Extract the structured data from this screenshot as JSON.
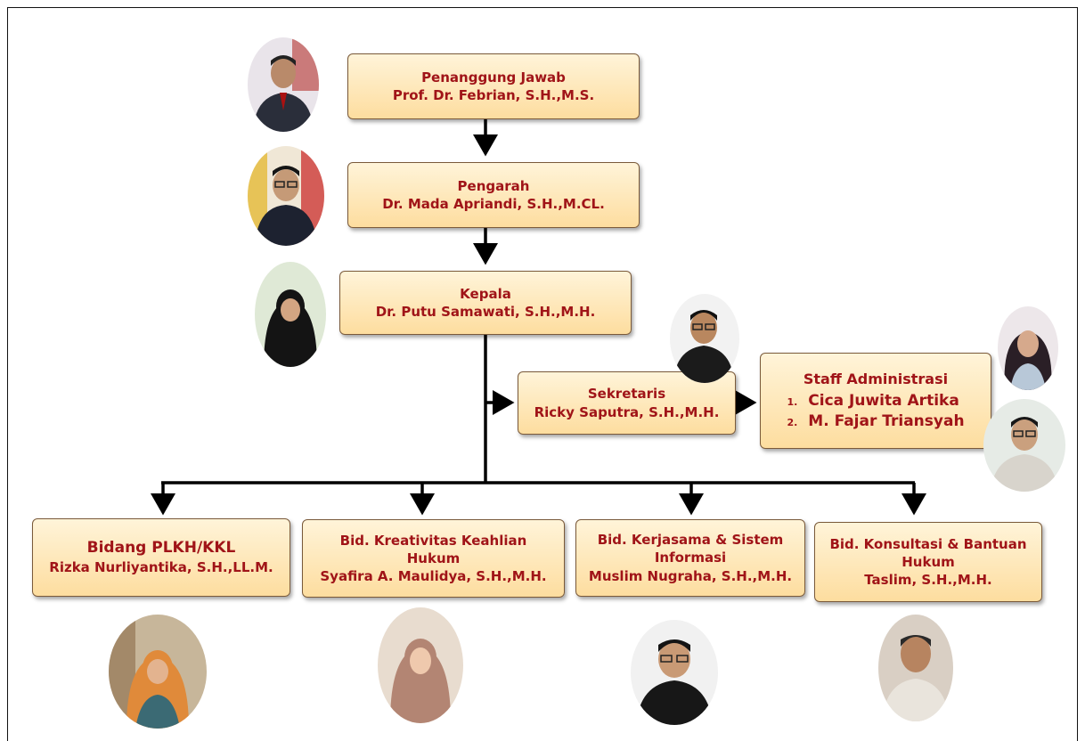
{
  "head": {
    "role": "Penanggung Jawab",
    "name": "Prof. Dr. Febrian, S.H.,M.S."
  },
  "director": {
    "role": "Pengarah",
    "name": "Dr. Mada Apriandi, S.H.,M.CL."
  },
  "chief": {
    "role": "Kepala",
    "name": "Dr. Putu Samawati, S.H.,M.H."
  },
  "secretary": {
    "role": "Sekretaris",
    "name": "Ricky Saputra, S.H.,M.H."
  },
  "staff": {
    "role": "Staff Administrasi",
    "members": [
      {
        "num": "1.",
        "name": "Cica Juwita Artika"
      },
      {
        "num": "2.",
        "name": "M. Fajar Triansyah"
      }
    ]
  },
  "divisions": [
    {
      "line1": "Bidang PLKH/KKL",
      "line2": "",
      "name": "Rizka Nurliyantika, S.H.,LL.M."
    },
    {
      "line1": "Bid. Kreativitas Keahlian",
      "line2": "Hukum",
      "name": "Syafira A. Maulidya, S.H.,M.H."
    },
    {
      "line1": "Bid. Kerjasama & Sistem",
      "line2": "Informasi",
      "name": "Muslim Nugraha, S.H.,M.H."
    },
    {
      "line1": "Bid. Konsultasi & Bantuan",
      "line2": "Hukum",
      "name": "Taslim, S.H.,M.H."
    }
  ],
  "colors": {
    "text": "#a01418",
    "box_top": "#fff4d9",
    "box_bottom": "#fddd9f",
    "connector": "#000000"
  },
  "icons": {
    "photo": "person-photo-icon"
  }
}
